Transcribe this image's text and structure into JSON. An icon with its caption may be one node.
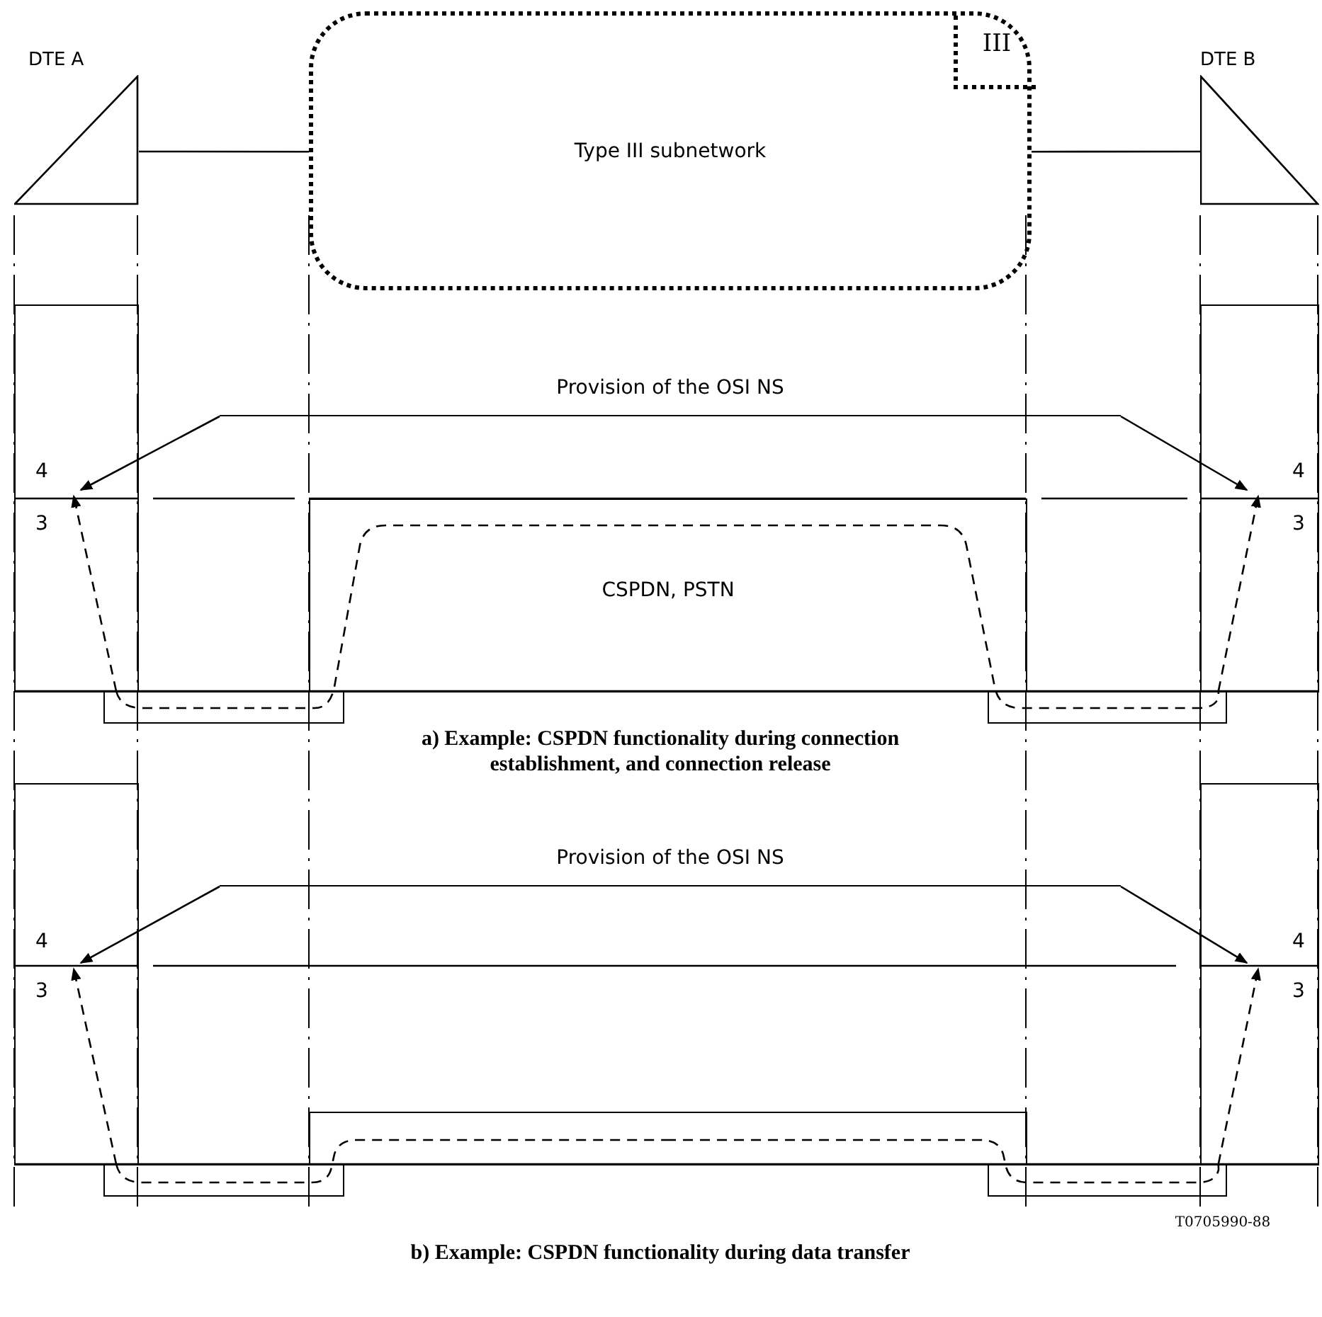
{
  "diagram": {
    "nodes": [
      {
        "text": [
          "DTE A"
        ]
      },
      {
        "text": [
          "Type III subnetwork"
        ]
      },
      {
        "text": [
          "III"
        ],
        "in": 1
      },
      {
        "text": [
          "DTE B"
        ]
      },
      {
        "text": [
          "Provision of the OSI NS"
        ]
      },
      {
        "text": [],
        "shape": "box"
      },
      {
        "text": [
          "CSPDN, PSTN"
        ]
      },
      {
        "text": [],
        "shape": "box"
      },
      {
        "text": [],
        "shape": "box"
      },
      {
        "text": [],
        "shape": "box"
      },
      {
        "text": [
          "Provision of the OSI NS"
        ]
      },
      {
        "text": [],
        "shape": "box"
      },
      {
        "text": [],
        "shape": "box"
      },
      {
        "text": [],
        "shape": "box"
      },
      {
        "text": [],
        "shape": "box"
      },
      {
        "text": [],
        "shape": "box"
      }
    ],
    "edges": [
      {
        "from": 0,
        "to": 1,
        "arrow": "none"
      },
      {
        "from": 1,
        "to": 3,
        "arrow": "none"
      },
      {
        "from": 4,
        "to": 5,
        "arrow": "to"
      },
      {
        "from": 4,
        "to": 7,
        "arrow": "to"
      },
      {
        "from": 8,
        "to": 5,
        "arrow": "to",
        "style": "dashed"
      },
      {
        "from": 8,
        "to": 6,
        "arrow": "none",
        "style": "dashed"
      },
      {
        "from": 6,
        "to": 9,
        "arrow": "none",
        "style": "dashed"
      },
      {
        "from": 9,
        "to": 7,
        "arrow": "to",
        "style": "dashed"
      },
      {
        "from": 10,
        "to": 11,
        "arrow": "to"
      },
      {
        "from": 10,
        "to": 13,
        "arrow": "to"
      },
      {
        "from": 14,
        "to": 11,
        "arrow": "to",
        "style": "dashed"
      },
      {
        "from": 14,
        "to": 12,
        "arrow": "none",
        "style": "dashed"
      },
      {
        "from": 12,
        "to": 15,
        "arrow": "none",
        "style": "dashed"
      },
      {
        "from": 15,
        "to": 13,
        "arrow": "to",
        "style": "dashed"
      }
    ],
    "labels": [
      "4",
      "4",
      "3",
      "3",
      "a) Example: CSPDN functionality during connection establishment, and connection release",
      "4",
      "4",
      "3",
      "3",
      "T0705990-88",
      "b) Example: CSPDN functionality during data transfer"
    ]
  }
}
